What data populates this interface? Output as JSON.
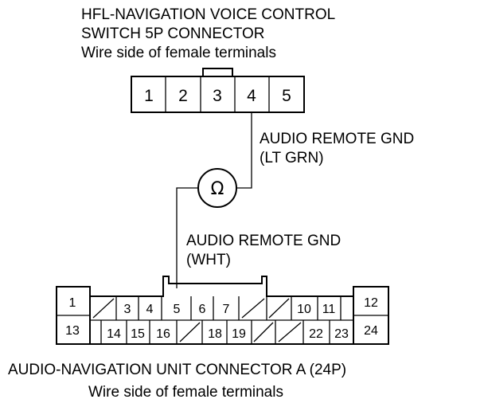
{
  "top_connector": {
    "title_line1": "HFL-NAVIGATION VOICE CONTROL",
    "title_line2": "SWITCH 5P CONNECTOR",
    "subtitle": "Wire side of female terminals",
    "pins": [
      "1",
      "2",
      "3",
      "4",
      "5"
    ]
  },
  "wire_upper": {
    "name": "AUDIO REMOTE GND",
    "color": "(LT GRN)"
  },
  "meter": {
    "symbol": "Ω"
  },
  "wire_lower": {
    "name": "AUDIO REMOTE GND",
    "color": "(WHT)"
  },
  "bottom_connector": {
    "title": "AUDIO-NAVIGATION UNIT CONNECTOR A (24P)",
    "subtitle": "Wire side of female terminals",
    "pins": {
      "p1": "1",
      "p3": "3",
      "p4": "4",
      "p5": "5",
      "p6": "6",
      "p7": "7",
      "p10": "10",
      "p11": "11",
      "p12": "12",
      "p13": "13",
      "p14": "14",
      "p15": "15",
      "p16": "16",
      "p18": "18",
      "p19": "19",
      "p22": "22",
      "p23": "23",
      "p24": "24"
    }
  }
}
